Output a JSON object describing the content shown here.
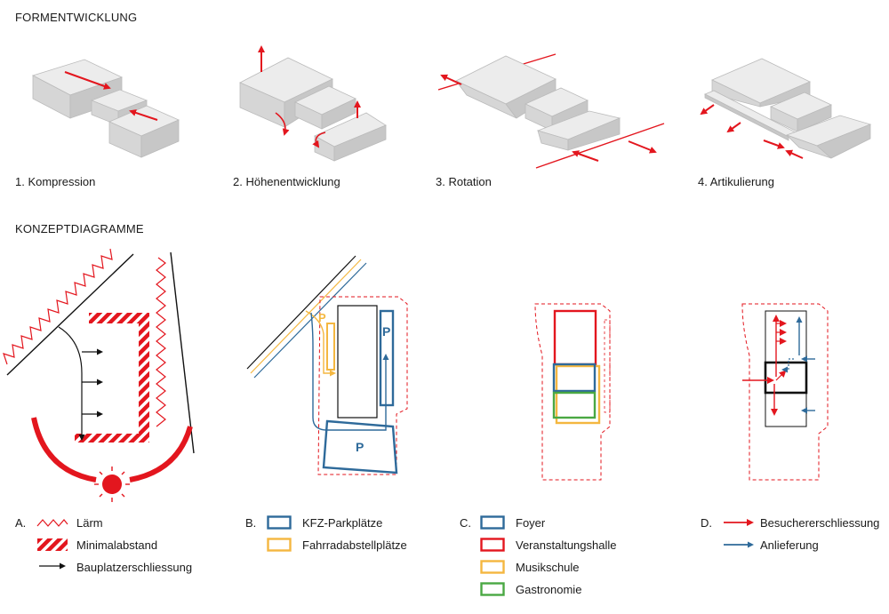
{
  "headings": {
    "form": "FORMENTWICKLUNG",
    "concept": "KONZEPTDIAGRAMME"
  },
  "steps": [
    {
      "label": "1. Kompression"
    },
    {
      "label": "2. Höhenentwicklung"
    },
    {
      "label": "3. Rotation"
    },
    {
      "label": "4. Artikulierung"
    }
  ],
  "map_labels": {
    "parking": "P"
  },
  "colors": {
    "red": "#e3161e",
    "blue": "#2e6a9a",
    "yellow": "#f4b740",
    "green": "#4aa843",
    "black": "#111111",
    "block_face": "#ececec",
    "block_side": "#c9c9c9"
  },
  "legends": {
    "a": {
      "letter": "A.",
      "items": [
        {
          "label": "Lärm",
          "icon": "zigzag-icon"
        },
        {
          "label": "Minimalabstand",
          "icon": "hatch-icon"
        },
        {
          "label": "Bauplatzerschliessung",
          "icon": "black-arrow-icon"
        }
      ]
    },
    "b": {
      "letter": "B.",
      "items": [
        {
          "label": "KFZ-Parkplätze",
          "icon": "blue-box-icon"
        },
        {
          "label": "Fahrradabstellplätze",
          "icon": "yellow-box-icon"
        }
      ]
    },
    "c": {
      "letter": "C.",
      "items": [
        {
          "label": "Foyer",
          "icon": "blue-box-icon"
        },
        {
          "label": "Veranstaltungshalle",
          "icon": "red-box-icon"
        },
        {
          "label": "Musikschule",
          "icon": "yellow-box-icon"
        },
        {
          "label": "Gastronomie",
          "icon": "green-box-icon"
        }
      ]
    },
    "d": {
      "letter": "D.",
      "items": [
        {
          "label": "Besuchererschliessung",
          "icon": "red-arrow-icon"
        },
        {
          "label": "Anlieferung",
          "icon": "blue-arrow-icon"
        }
      ]
    }
  }
}
